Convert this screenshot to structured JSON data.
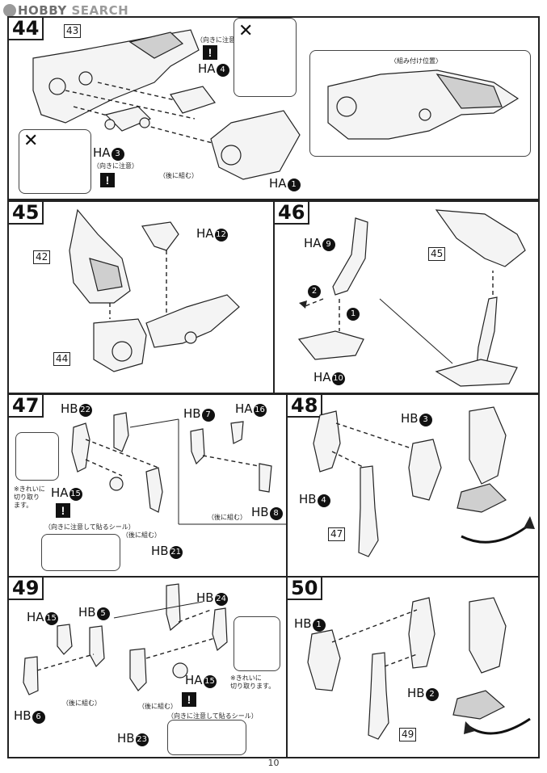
{
  "watermark": {
    "hobby": "HOBBY",
    "search": "SEARCH"
  },
  "page_number": "10",
  "steps": {
    "s44": {
      "number": "44",
      "ref_part": "43",
      "labels": {
        "ha4_prefix": "HA",
        "ha4_num": "4",
        "ha3_prefix": "HA",
        "ha3_num": "3",
        "ha1_prefix": "HA",
        "ha1_num": "1"
      },
      "note_direction": "（向きに注意）",
      "note_direction2": "（向きに注意）",
      "note_later": "（後に組む）",
      "note_position": "〈組み付け位置〉",
      "warn_mark": "!",
      "cross_mark": "✕"
    },
    "s45": {
      "number": "45",
      "ref_part_top": "42",
      "ref_part_bottom": "44",
      "labels": {
        "ha12_prefix": "HA",
        "ha12_num": "12"
      }
    },
    "s46": {
      "number": "46",
      "ref_part": "45",
      "labels": {
        "ha9_prefix": "HA",
        "ha9_num": "9",
        "ha10_prefix": "HA",
        "ha10_num": "10"
      },
      "order1": "1",
      "order2": "2"
    },
    "s47": {
      "number": "47",
      "labels": {
        "hb22_prefix": "HB",
        "hb22_num": "22",
        "hb7_prefix": "HB",
        "hb7_num": "7",
        "ha16_prefix": "HA",
        "ha16_num": "16",
        "ha15_prefix": "HA",
        "ha15_num": "15",
        "hb8_prefix": "HB",
        "hb8_num": "8",
        "hb21_prefix": "HB",
        "hb21_num": "21"
      },
      "note_cut": "※きれいに\n切り取り\nます。",
      "note_seal": "（向きに注意して貼るシール）",
      "note_later_a": "（後に組む）",
      "note_later_b": "（後に組む）",
      "warn_mark": "!"
    },
    "s48": {
      "number": "48",
      "ref_part": "47",
      "labels": {
        "hb3_prefix": "HB",
        "hb3_num": "3",
        "hb4_prefix": "HB",
        "hb4_num": "4"
      }
    },
    "s49": {
      "number": "49",
      "labels": {
        "ha15a_prefix": "HA",
        "ha15a_num": "15",
        "hb5_prefix": "HB",
        "hb5_num": "5",
        "hb24_prefix": "HB",
        "hb24_num": "24",
        "ha15b_prefix": "HA",
        "ha15b_num": "15",
        "hb6_prefix": "HB",
        "hb6_num": "6",
        "hb23_prefix": "HB",
        "hb23_num": "23"
      },
      "note_cut": "※きれいに\n切り取ります。",
      "note_seal": "（向きに注意して貼るシール）",
      "note_later_a": "（後に組む）",
      "note_later_b": "（後に組む）",
      "warn_mark": "!"
    },
    "s50": {
      "number": "50",
      "ref_part": "49",
      "labels": {
        "hb1_prefix": "HB",
        "hb1_num": "1",
        "hb2_prefix": "HB",
        "hb2_num": "2"
      }
    }
  }
}
